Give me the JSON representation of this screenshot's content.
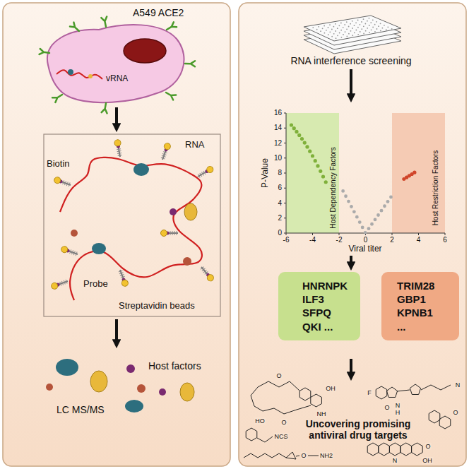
{
  "diagram": {
    "nodes": [
      {
        "text": [
          "HNRNPK ILF3 SFPQ QKI ..."
        ]
      },
      {
        "text": [
          "TRIM28 GBP1 KPNB1 ..."
        ]
      }
    ],
    "labels": [
      "A549 ACE2",
      "vRNA",
      "RNA",
      "Biotin",
      "Probe",
      "Streptavidin beads",
      "Host factors",
      "LC MS/MS",
      "RNA interference screening",
      "P-Value",
      "0",
      "2",
      "4",
      "6",
      "8",
      "10",
      "12",
      "14",
      "16",
      "-6",
      "-4",
      "-2",
      "0",
      "2",
      "4",
      "6",
      "Viral titer",
      "Host Dependency Factors",
      "Host Restriction Factors",
      "Uncovering promising antiviral drug targets",
      "O",
      "OH",
      "NH",
      "HO",
      "O",
      "F",
      "O",
      "N",
      "H",
      "N",
      "NCS",
      "O",
      "NH2",
      "N",
      "O",
      "OH",
      "O"
    ]
  }
}
